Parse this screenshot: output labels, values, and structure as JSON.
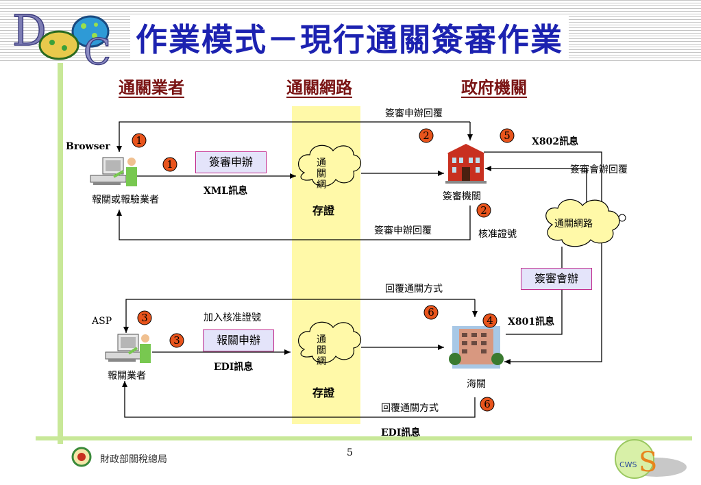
{
  "title": "作業模式－現行通關簽審作業",
  "columns": {
    "left": "通關業者",
    "center": "通關網路",
    "right": "政府機關"
  },
  "actors": {
    "browser": "Browser",
    "broker": "報關或報驗業者",
    "asp": "ASP",
    "broker2": "報關業者",
    "agency": "簽審機關",
    "customs": "海關"
  },
  "clouds": {
    "top_chars": [
      "通",
      "關",
      "網"
    ],
    "top_store": "存證",
    "bottom_chars": [
      "通",
      "關",
      "網"
    ],
    "bottom_store": "存證",
    "right": "通關網路"
  },
  "boxes": {
    "sign_apply": "簽審申辦",
    "declare": "報關申辦",
    "joint_apply": "簽審會辦"
  },
  "labels": {
    "xml_msg": "XML訊息",
    "reply_top": "簽審申辦回覆",
    "x802": "X802訊息",
    "joint_reply": "簽審會辦回覆",
    "reply_mid": "簽審申辦回覆",
    "approval_no": "核准證號",
    "customs_reply": "回覆通關方式",
    "add_approval": "加入核准證號",
    "x801": "X801訊息",
    "edi_msg": "EDI訊息",
    "customs_reply2": "回覆通關方式",
    "edi_msg2": "EDI訊息"
  },
  "badges": {
    "b1a": "1",
    "b1b": "1",
    "b2a": "2",
    "b5": "5",
    "b2b": "2",
    "b3a": "3",
    "b3b": "3",
    "b6a": "6",
    "b4": "4",
    "b6b": "6"
  },
  "footer": {
    "org": "財政部關稅總局",
    "page": "5"
  },
  "colors": {
    "title": "#1c22b0",
    "column_heading": "#7a1414",
    "band": "#fff9a8",
    "badge": "#e8541c",
    "box_fill": "#e4e4fa",
    "box_border": "#c0288c"
  }
}
